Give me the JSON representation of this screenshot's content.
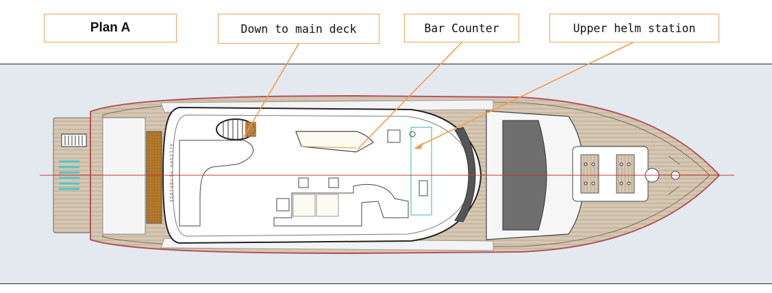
{
  "title": "Plan A",
  "callouts": {
    "down_to_main_deck": "Down to main deck",
    "bar_counter": "Bar Counter",
    "upper_helm_station": "Upper helm station"
  },
  "hull_lettering": "ALLEGRO FLYBRIDGE",
  "colors": {
    "callout_border": "#f0a060",
    "leader_line": "#f39a4c",
    "background_band": "#e4e9f0",
    "hull_outline": "#b5525a",
    "teak": "#c9b9a2",
    "centerline": "#cc3333"
  }
}
